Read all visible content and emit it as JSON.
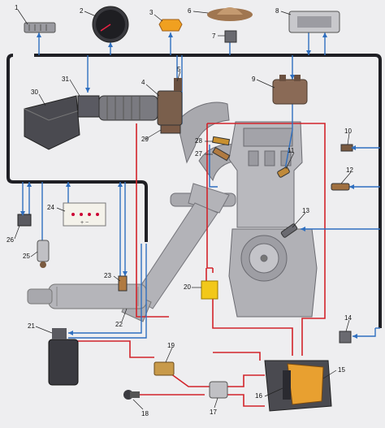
{
  "colors": {
    "background": "#eeeef0",
    "harness": "#1f1f24",
    "control_wiring": "#2f6fbf",
    "fuel_line": "#d2232a",
    "engine_gray": "#a8a8ad",
    "filter_yellow": "#f2c81a"
  },
  "components": [
    {
      "id": "1"
    },
    {
      "id": "2"
    },
    {
      "id": "3"
    },
    {
      "id": "4"
    },
    {
      "id": "5"
    },
    {
      "id": "6"
    },
    {
      "id": "7"
    },
    {
      "id": "8"
    },
    {
      "id": "9"
    },
    {
      "id": "10"
    },
    {
      "id": "11"
    },
    {
      "id": "12"
    },
    {
      "id": "13"
    },
    {
      "id": "14"
    },
    {
      "id": "15"
    },
    {
      "id": "16"
    },
    {
      "id": "17"
    },
    {
      "id": "18"
    },
    {
      "id": "19"
    },
    {
      "id": "20"
    },
    {
      "id": "21"
    },
    {
      "id": "22"
    },
    {
      "id": "23"
    },
    {
      "id": "24"
    },
    {
      "id": "25"
    },
    {
      "id": "26"
    },
    {
      "id": "27"
    },
    {
      "id": "28"
    },
    {
      "id": "29"
    },
    {
      "id": "30"
    },
    {
      "id": "31"
    }
  ],
  "icons": {
    "battery_terminals": "+ −"
  }
}
